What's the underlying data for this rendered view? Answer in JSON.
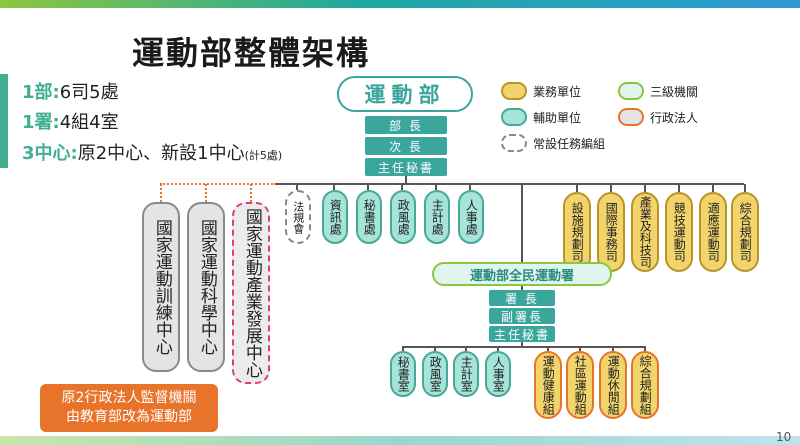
{
  "title": "運動部整體架構",
  "summary": {
    "line1_lead": "1部:",
    "line1_rest": "6司5處",
    "line2_lead": "1署:",
    "line2_rest": "4組4室",
    "line3_lead": "3中心:",
    "line3_rest": "原2中心、新設1中心",
    "line3_small": "(計5處)"
  },
  "ministry": {
    "name": "運動部",
    "bars": [
      "部 長",
      "次 長",
      "主任秘書"
    ]
  },
  "legend": {
    "business": "業務單位",
    "tertiary": "三級機關",
    "auxiliary": "輔助單位",
    "corporate": "行政法人",
    "task": "常設任務編組"
  },
  "centers": [
    "國家運動訓練中心",
    "國家運動科學中心",
    "國家運動產業發展中心"
  ],
  "ministry_task_group": "法規會",
  "ministry_aux_units": [
    "資訊處",
    "秘書處",
    "政風處",
    "主計處",
    "人事處"
  ],
  "ministry_departments": [
    "設施規劃司",
    "國際事務司",
    "產業及科技司",
    "競技運動司",
    "適應運動司",
    "綜合規劃司"
  ],
  "administration": {
    "name": "運動部全民運動署",
    "bars": [
      "署 長",
      "副署長",
      "主任秘書"
    ],
    "aux_units": [
      "秘書室",
      "政風室",
      "主計室",
      "人事室"
    ],
    "divisions": [
      "運動健康組",
      "社區運動組",
      "運動休閒組",
      "綜合規劃組"
    ]
  },
  "note": {
    "line1": "原2行政法人監督機關",
    "line2": "由教育部改為運動部"
  },
  "page_number": "10",
  "colors": {
    "teal": "#a6e3d8",
    "teal_border": "#49a897",
    "yellow": "#f2d46c",
    "orange": "#e8732a",
    "accent_green": "#3fae93",
    "header_bar": "#3aa69c"
  }
}
